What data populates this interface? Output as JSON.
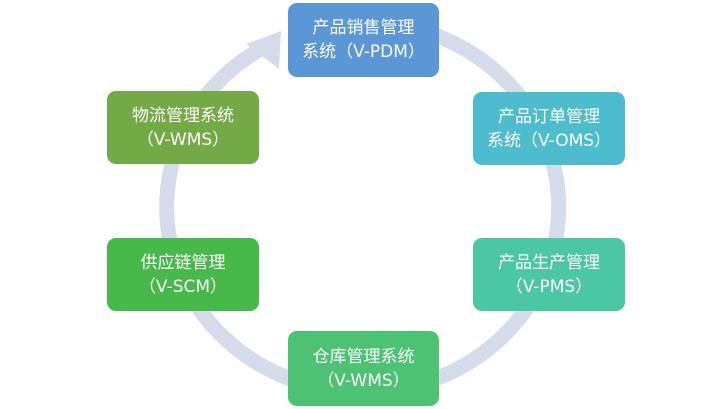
{
  "colors": {
    "ring": "#d4dcec",
    "background": "#ffffff"
  },
  "nodes": [
    {
      "id": "n1",
      "name": "node-product-sales",
      "line1": "产品销售管理",
      "line2": "系统（V-PDM）",
      "color": "#5b97d6"
    },
    {
      "id": "n2",
      "name": "node-product-order",
      "line1": "产品订单管理",
      "line2": "系统（V-OMS）",
      "color": "#4dbccf"
    },
    {
      "id": "n3",
      "name": "node-product-production",
      "line1": "产品生产管理",
      "line2": "（V-PMS）",
      "color": "#4cc7a4"
    },
    {
      "id": "n4",
      "name": "node-warehouse",
      "line1": "仓库管理系统",
      "line2": "（V-WMS）",
      "color": "#4cc272"
    },
    {
      "id": "n5",
      "name": "node-supply-chain",
      "line1": "供应链管理",
      "line2": "（V-SCM）",
      "color": "#47b84a"
    },
    {
      "id": "n6",
      "name": "node-logistics",
      "line1": "物流管理系统",
      "line2": "（V-WMS）",
      "color": "#73aa45"
    }
  ]
}
